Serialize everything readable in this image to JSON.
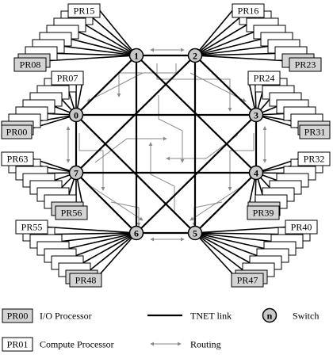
{
  "diagram": {
    "switches": [
      {
        "id": "n0",
        "label": "0"
      },
      {
        "id": "n1",
        "label": "1"
      },
      {
        "id": "n2",
        "label": "2"
      },
      {
        "id": "n3",
        "label": "3"
      },
      {
        "id": "n4",
        "label": "4"
      },
      {
        "id": "n5",
        "label": "5"
      },
      {
        "id": "n6",
        "label": "6"
      },
      {
        "id": "n7",
        "label": "7"
      }
    ],
    "processor_labels": {
      "pr15": "PR15",
      "pr08": "PR08",
      "pr16": "PR16",
      "pr23": "PR23",
      "pr07": "PR07",
      "pr00": "PR00",
      "pr24": "PR24",
      "pr31": "PR31",
      "pr63": "PR63",
      "pr56": "PR56",
      "pr32": "PR32",
      "pr39": "PR39",
      "pr55": "PR55",
      "pr48": "PR48",
      "pr40": "PR40",
      "pr47": "PR47"
    },
    "legend": {
      "io_box": "PR00",
      "io_text": "I/O Processor",
      "compute_box": "PR01",
      "compute_text": "Compute Processor",
      "tnet_text": "TNET link",
      "routing_text": "Routing",
      "switch_symbol": "n",
      "switch_text": "Switch"
    },
    "colors": {
      "io_fill": "#d4d4d4",
      "compute_fill": "#ffffff",
      "switch_fill": "#c8c8c8",
      "link": "#000000",
      "routing": "#8a8a8a"
    }
  }
}
